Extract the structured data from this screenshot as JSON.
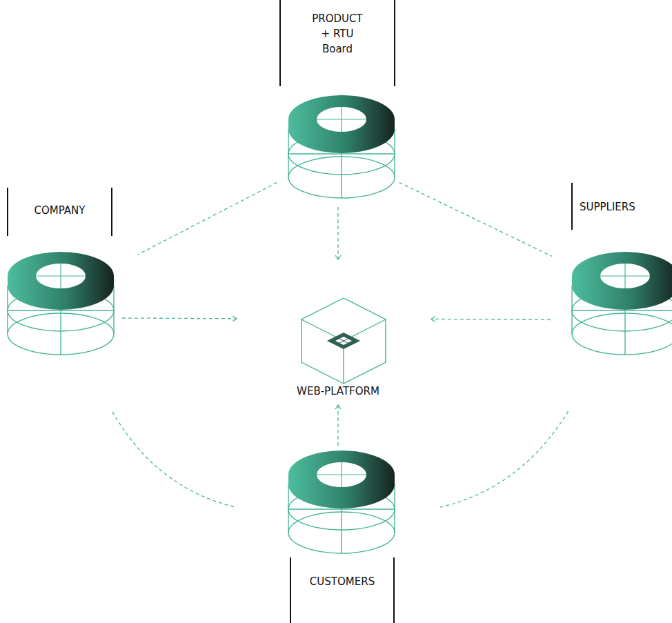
{
  "diagram": {
    "nodes": [
      {
        "text": [
          "PRODUCT + RTU Board"
        ]
      },
      {
        "text": [
          "COMPANY"
        ]
      },
      {
        "text": [
          "SUPPLIERS"
        ]
      },
      {
        "text": [
          "WEB-PLATFORM"
        ]
      },
      {
        "text": [
          "CUSTOMERS"
        ]
      }
    ],
    "edges": [
      {
        "from": 0,
        "to": 3,
        "arrow": "to"
      },
      {
        "from": 1,
        "to": 3,
        "arrow": "to"
      },
      {
        "from": 2,
        "to": 3,
        "arrow": "to"
      },
      {
        "from": 4,
        "to": 3,
        "arrow": "to"
      },
      {
        "from": 0,
        "to": 1,
        "arrow": "none"
      },
      {
        "from": 0,
        "to": 2,
        "arrow": "none"
      },
      {
        "from": 1,
        "to": 4,
        "arrow": "none"
      },
      {
        "from": 2,
        "to": 4,
        "arrow": "none"
      }
    ]
  }
}
